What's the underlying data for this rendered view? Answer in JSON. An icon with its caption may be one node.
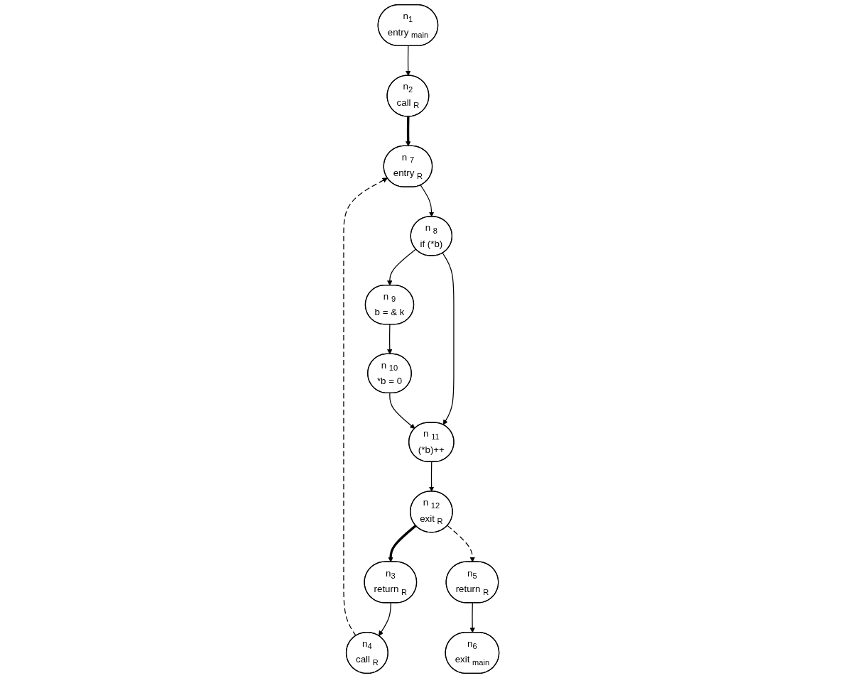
{
  "diagram": {
    "nodes": [
      {
        "text": [
          "n$_{1}$",
          "entry $_{main}$"
        ]
      },
      {
        "text": [
          "n$_{2}$",
          "call $_{R}$"
        ]
      },
      {
        "text": [
          "n$_{3}$",
          "return $_{R}$"
        ]
      },
      {
        "text": [
          "n$_{4}$",
          "call $_{R}$"
        ]
      },
      {
        "text": [
          "n$_{5}$",
          "return $_{R}$"
        ]
      },
      {
        "text": [
          "n$_{6}$",
          "exit $_{main}$"
        ]
      },
      {
        "text": [
          "n $_{7}$",
          "entry $_{R}$"
        ]
      },
      {
        "text": [
          "n $_{8}$",
          "if (*b)"
        ]
      },
      {
        "text": [
          "n $_{9}$",
          "b = & k"
        ]
      },
      {
        "text": [
          "n $_{10}$",
          "*b = 0"
        ]
      },
      {
        "text": [
          "n $_{11}$",
          "(*b)++"
        ]
      },
      {
        "text": [
          "n $_{12}$",
          "exit $_{R}$"
        ]
      }
    ],
    "edges": [
      {
        "from": 0,
        "to": 1,
        "arrow": "to"
      },
      {
        "from": 1,
        "to": 6,
        "arrow": "to",
        "style": "thick"
      },
      {
        "from": 2,
        "to": 3,
        "arrow": "to"
      },
      {
        "from": 3,
        "to": 6,
        "arrow": "to",
        "style": "dashed"
      },
      {
        "from": 4,
        "to": 5,
        "arrow": "to"
      },
      {
        "from": 6,
        "to": 7,
        "arrow": "to"
      },
      {
        "from": 7,
        "to": 8,
        "arrow": "to"
      },
      {
        "from": 7,
        "to": 10,
        "arrow": "to"
      },
      {
        "from": 8,
        "to": 9,
        "arrow": "to"
      },
      {
        "from": 9,
        "to": 10,
        "arrow": "to"
      },
      {
        "from": 10,
        "to": 11,
        "arrow": "to"
      },
      {
        "from": 11,
        "to": 2,
        "arrow": "to",
        "style": "thick"
      },
      {
        "from": 11,
        "to": 4,
        "arrow": "to",
        "style": "dashed"
      }
    ]
  }
}
